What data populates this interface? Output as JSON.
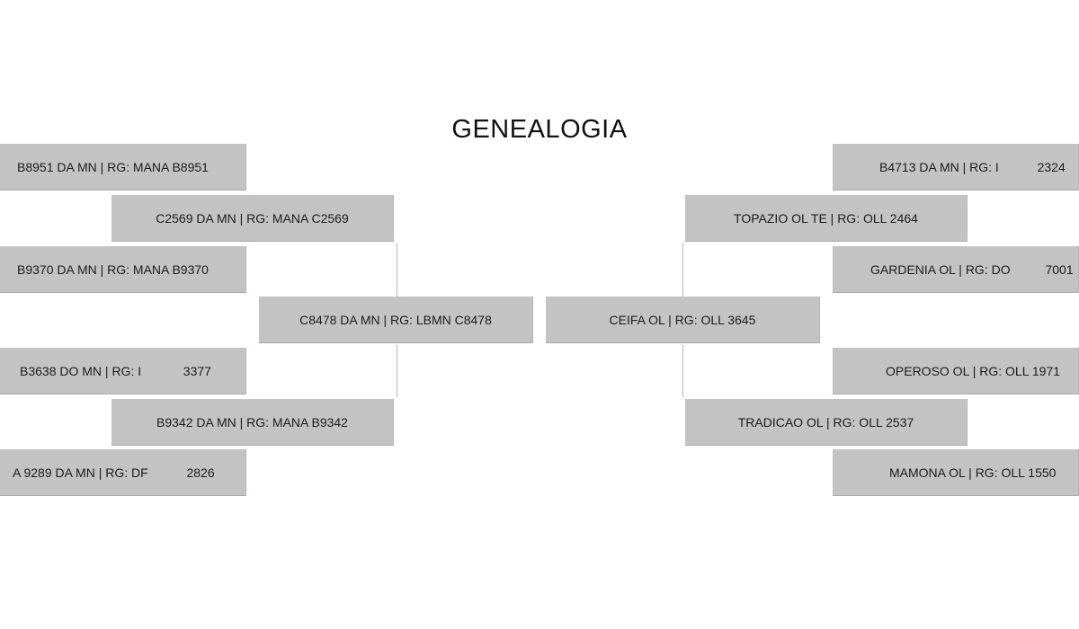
{
  "title": "GENEALOGIA",
  "left": {
    "center": "C8478 DA MN | RG: LBMN C8478",
    "parent_top": "C2569 DA MN | RG: MANA C2569",
    "parent_bottom": "B9342 DA MN | RG: MANA B9342",
    "grand_1": "B8951 DA MN | RG: MANA B8951",
    "grand_2": "B9370 DA MN | RG: MANA B9370",
    "grand_3": "B3638 DO MN | RG: I            3377",
    "grand_4": "A 9289 DA MN | RG: DF           2826"
  },
  "right": {
    "center": "CEIFA OL | RG: OLL 3645",
    "parent_top": "TOPAZIO OL TE | RG: OLL 2464",
    "parent_bottom": "TRADICAO OL | RG: OLL 2537",
    "grand_1": "B4713 DA MN | RG: I           2324",
    "grand_2": "GARDENIA OL | RG: DO          7001",
    "grand_3": "OPEROSO OL | RG: OLL 1971",
    "grand_4": "MAMONA OL | RG: OLL 1550"
  }
}
